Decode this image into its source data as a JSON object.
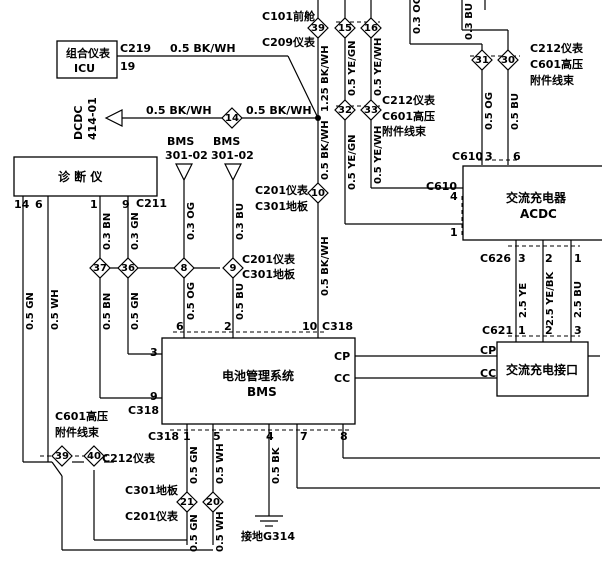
{
  "labels": {
    "c101_front": "C101前舱",
    "c209_panel": "C209仪表",
    "icu_line1": "组合仪表",
    "icu_line2": "ICU",
    "c219": "C219",
    "c219_pin": "19",
    "wire_icu": "0.5 BK/WH",
    "dcdc_line1": "DCDC",
    "dcdc_line2": "414-01",
    "wire_dcdc_a": "0.5 BK/WH",
    "wire_dcdc_b": "0.5 BK/WH",
    "c212_top": "C212仪表",
    "c601_top": "C601高压",
    "harness_top": "附件线束",
    "c212_mid": "C212仪表",
    "c601_mid": "C601高压",
    "harness_mid": "附件线束",
    "diag_title": "诊 断 仪",
    "c211": "C211",
    "bms_a_1": "BMS",
    "bms_a_2": "301-02",
    "bms_b_1": "BMS",
    "bms_b_2": "301-02",
    "c201_a": "C201仪表",
    "c301_a": "C301地板",
    "c201_b": "C201仪表",
    "c301_b": "C301地板",
    "c610_top": "C610",
    "c610_side": "C610",
    "acdc_1": "交流充电器",
    "acdc_2": "ACDC",
    "c626": "C626",
    "c621": "C621",
    "port": "交流充电接口",
    "c318_top": "C318",
    "c318_left": "C318",
    "c318_bottom": "C318",
    "bms_title": "电池管理系统",
    "bms_sub": "BMS",
    "cp": "CP",
    "cc": "CC",
    "cp_out": "CP",
    "cc_out": "CC",
    "c601_low": "C601高压",
    "harness_low": "附件线束",
    "c212_low": "C212仪表",
    "c301_low": "C301地板",
    "c201_low": "C201仪表",
    "ground": "接地G314"
  },
  "pins": {
    "diag_14": "14",
    "diag_6": "6",
    "diag_1": "1",
    "diag_9": "9",
    "c610_3": "3",
    "c610_6": "6",
    "c610_4": "4",
    "c610_1": "1",
    "c626_3": "3",
    "c626_2": "2",
    "c626_1": "1",
    "c621_1": "1",
    "c621_2": "2",
    "c621_3": "3",
    "bms_6": "6",
    "bms_2": "2",
    "bms_10": "10",
    "bms_3": "3",
    "bms_9": "9",
    "bms_1": "1",
    "bms_5": "5",
    "bms_4": "4",
    "bms_7": "7",
    "bms_8": "8"
  },
  "wires": {
    "v_125bkwh": "1.25 BK/WH",
    "v_05yegn_top": "0.5 YE/GN",
    "v_05yewh_top": "0.5 YE/WH",
    "v_05bkwh_a": "0.5 BK/WH",
    "v_05yegn_mid": "0.5 YE/GN",
    "v_05yewh_mid": "0.5 YE/WH",
    "v_05bkwh_b": "0.5 BK/WH",
    "v_03og_top": "0.3 OG",
    "v_03bu_top": "0.3 BU",
    "v_05og_r": "0.5 OG",
    "v_05bu_r": "0.5 BU",
    "v_03bn": "0.3 BN",
    "v_03gn": "0.3 GN",
    "v_03og": "0.3 OG",
    "v_03bu": "0.3 BU",
    "v_05bn": "0.5 BN",
    "v_05gn_diag": "0.5 GN",
    "v_05gn_diag2": "0.5 GN",
    "v_05og": "0.5 OG",
    "v_05bu": "0.5 BU",
    "v_05wh_diag": "0.5 WH",
    "v_25ye": "2.5 YE",
    "v_25yebk": "2.5 YE/BK",
    "v_25bu": "2.5 BU",
    "v_05gn_b1": "0.5 GN",
    "v_05wh_b1": "0.5 WH",
    "v_05bk": "0.5 BK",
    "v_05gn_b2": "0.5 GN",
    "v_05wh_b2": "0.5 WH"
  },
  "splices": {
    "s39t": "39",
    "s15": "15",
    "s16": "16",
    "s14": "14",
    "s32": "32",
    "s33": "33",
    "s31": "31",
    "s30": "30",
    "s10": "10",
    "s37": "37",
    "s36": "36",
    "s8": "8",
    "s9": "9",
    "s39b": "39",
    "s40": "40",
    "s21": "21",
    "s20": "20"
  }
}
